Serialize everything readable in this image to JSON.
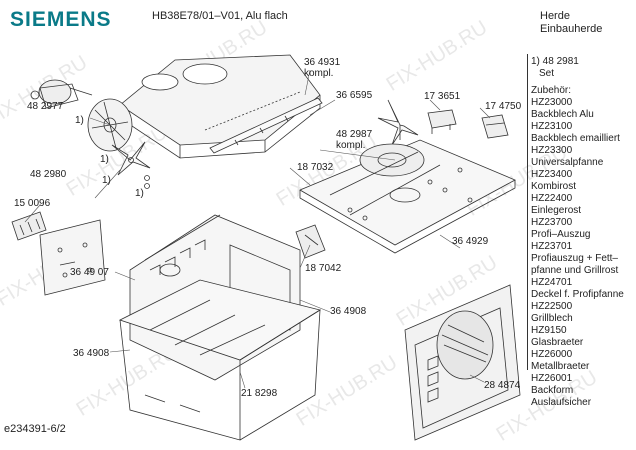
{
  "header": {
    "brand": "SIEMENS",
    "model": "HB38E78/01–V01, Alu flach",
    "category_line1": "Herde",
    "category_line2": "Einbauherde"
  },
  "set_note": {
    "line1": "1) 48 2981",
    "line2": "Set"
  },
  "accessories": [
    "Zubehör:",
    "HZ23000",
    "Backblech Alu",
    "HZ23100",
    "Backblech emailliert",
    "HZ23300",
    "Universalpfanne",
    "HZ23400",
    "Kombirost",
    "HZ22400",
    "Einlegerost",
    "HZ23700",
    "Profi–Auszug",
    "HZ23701",
    "Profiauszug + Fett–",
    "pfanne und Grillrost",
    "HZ24701",
    "Deckel f. Profipfanne",
    "HZ22500",
    "Grillblech",
    "HZ9150",
    "Glasbraeter",
    "HZ26000",
    "Metallbraeter",
    "HZ26001",
    "Backform",
    "Auslaufsicher"
  ],
  "callouts": {
    "c364931_a": "36 4931",
    "c364931_b": "kompl.",
    "c366595": "36 6595",
    "c173651": "17 3651",
    "c174750": "17 4750",
    "c482977": "48 2977",
    "c482987_a": "48 2987",
    "c482987_b": "kompl.",
    "c482980": "48 2980",
    "c187032": "18 7032",
    "c150096": "15 0096",
    "c364929": "36 4929",
    "c187042": "18 7042",
    "c364907": "36 49 07",
    "c364908_r": "36 4908",
    "c364908_l": "36 4908",
    "c218298": "21 8298",
    "c284874": "28 4874",
    "fn1_a": "1)",
    "fn1_b": "1)",
    "fn1_c": "1)",
    "fn1_d": "1)"
  },
  "footer": {
    "code": "e234391-6/2"
  },
  "watermark": {
    "text": "FIX-HUB.RU"
  }
}
